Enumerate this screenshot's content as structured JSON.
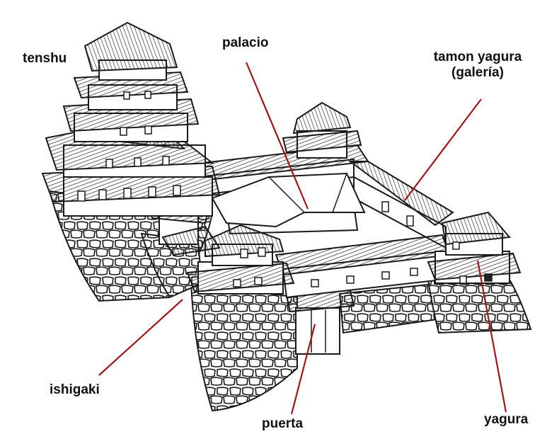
{
  "labels": {
    "tenshu": "tenshu",
    "palacio": "palacio",
    "tamon_line1": "tamon yagura",
    "tamon_line2": "(galería)",
    "ishigaki": "ishigaki",
    "puerta": "puerta",
    "yagura": "yagura"
  },
  "colors": {
    "leader_line": "#a31418",
    "ink": "#1a1a1a",
    "stone_fill": "#ffffff",
    "background": "#ffffff"
  }
}
